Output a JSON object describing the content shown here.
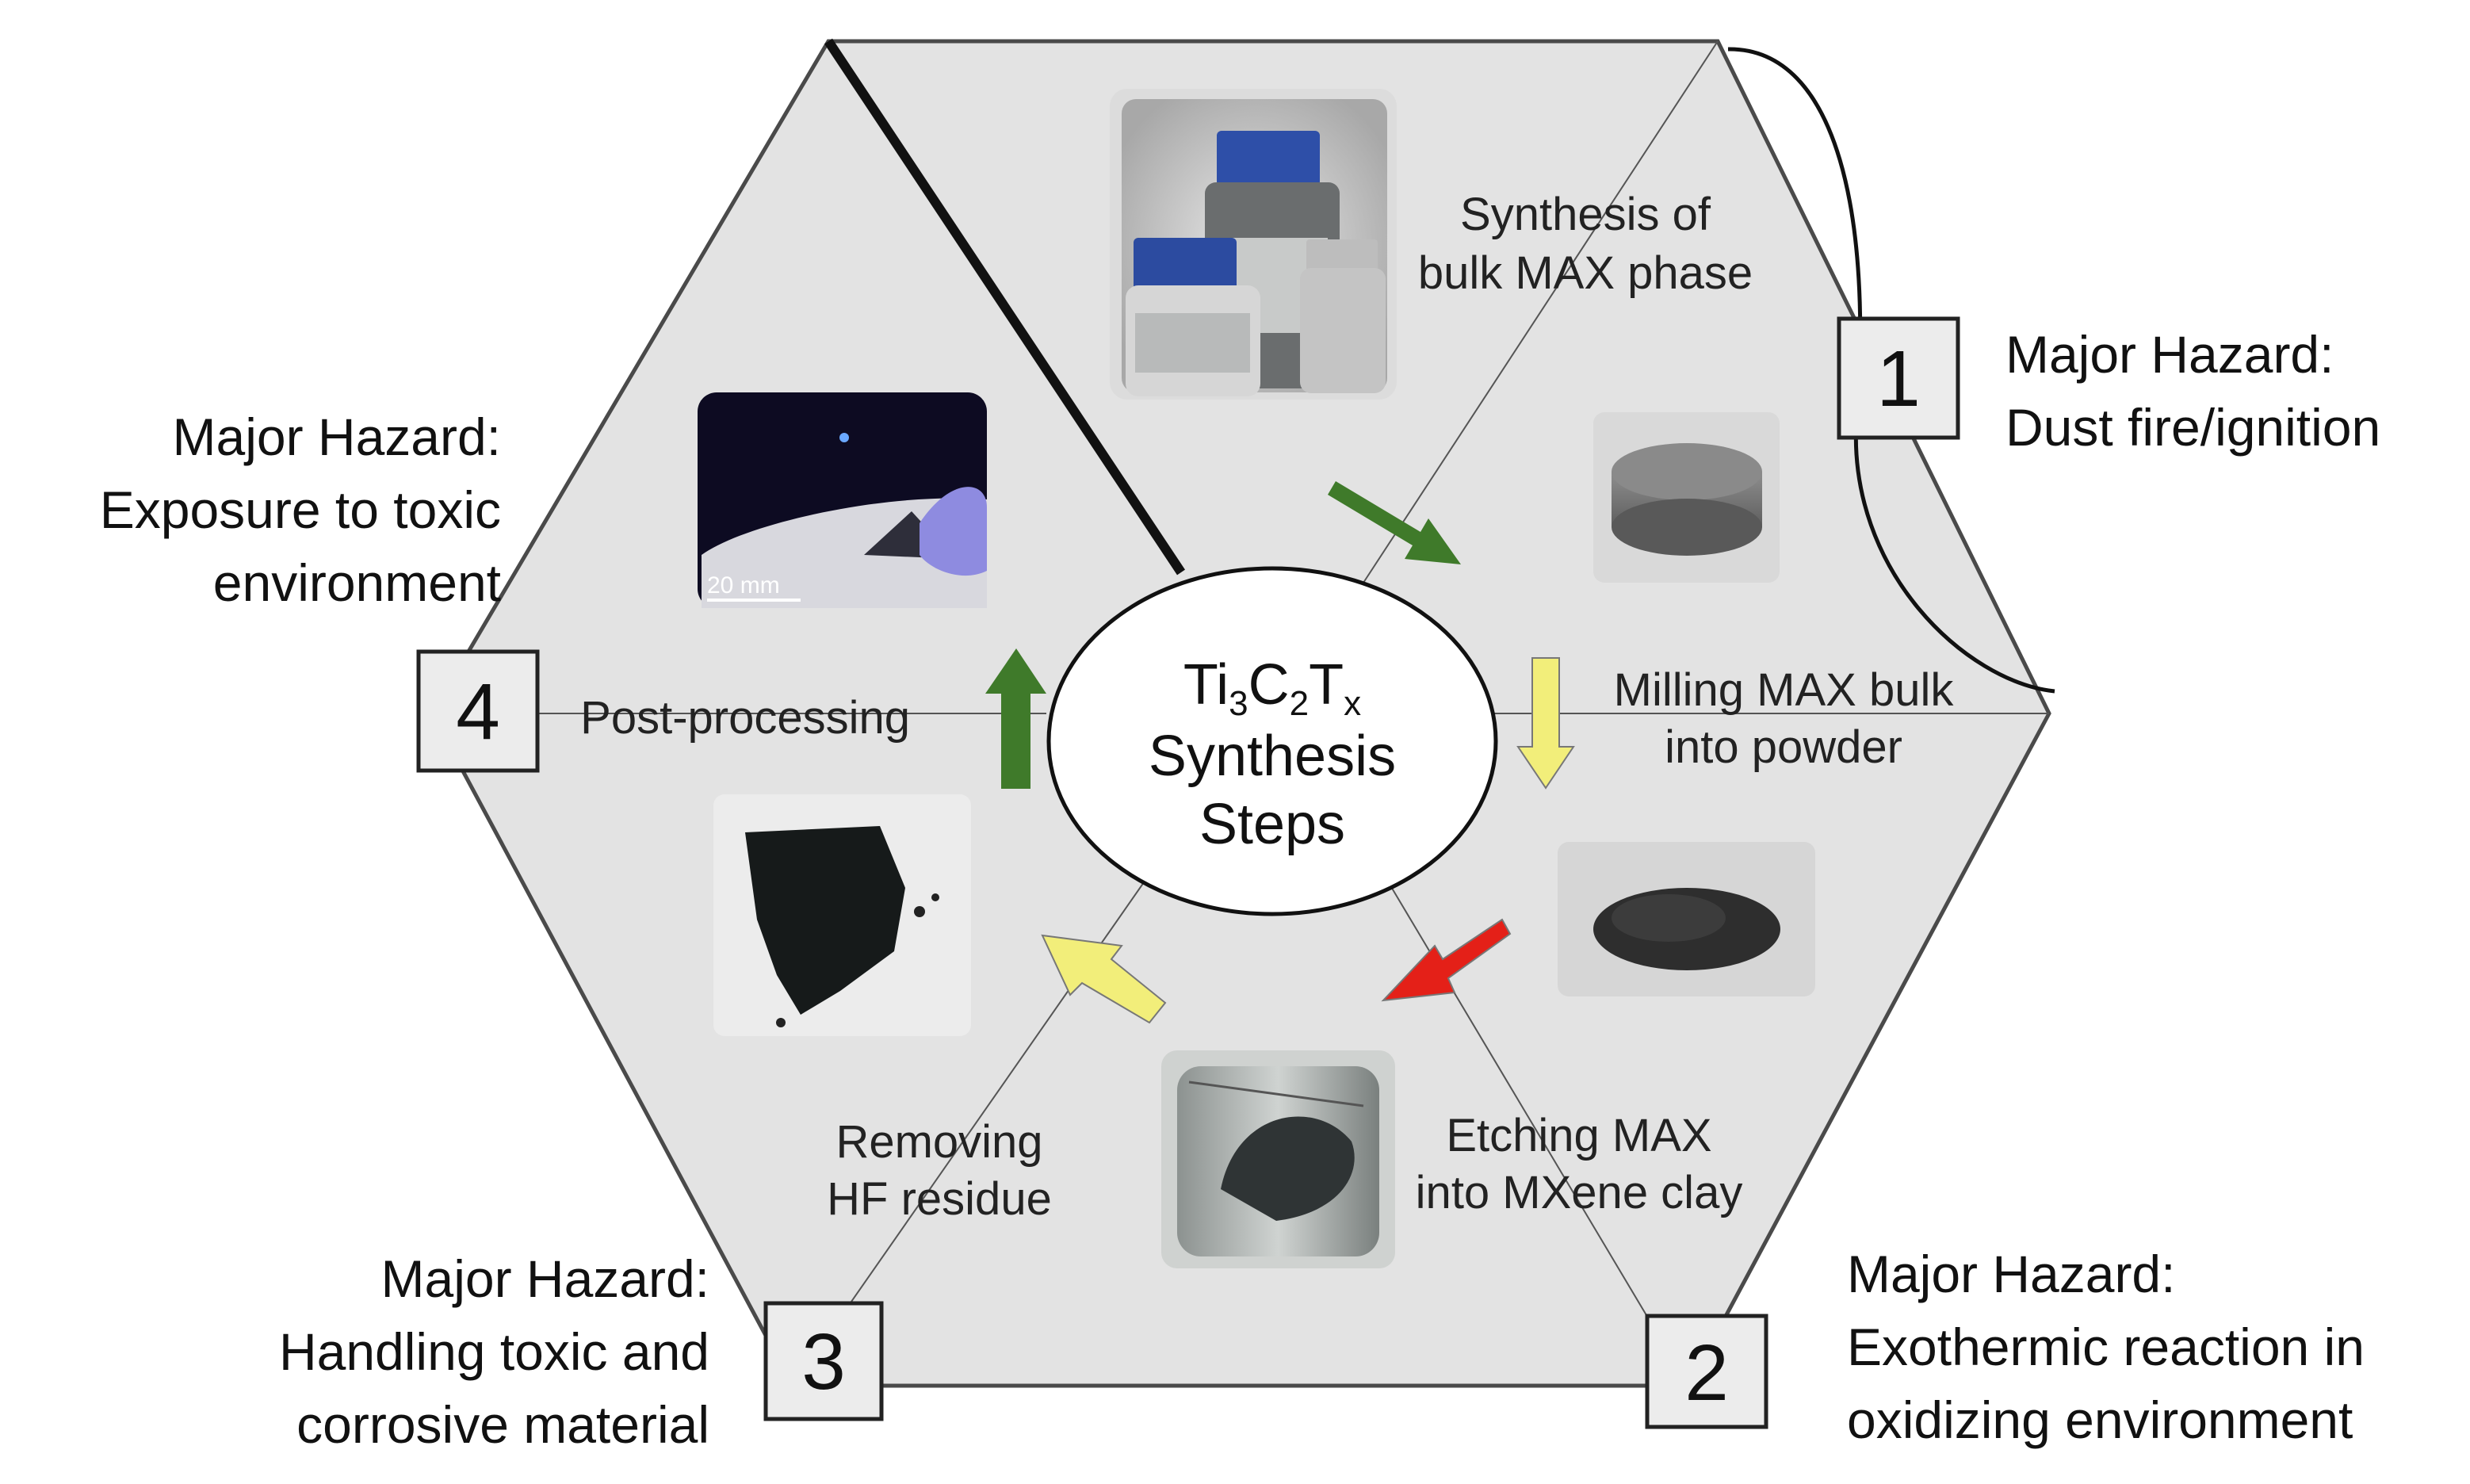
{
  "center": {
    "formula_base": "Ti",
    "formula_sub1": "3",
    "formula_c": "C",
    "formula_sub2": "2",
    "formula_t": "T",
    "formula_sub3": "x",
    "line2": "Synthesis",
    "line3": "Steps"
  },
  "steps": {
    "synthesis_line1": "Synthesis of",
    "synthesis_line2": "bulk MAX phase",
    "milling_line1": "Milling MAX bulk",
    "milling_line2": "into powder",
    "etching_line1": "Etching MAX",
    "etching_line2": "into MXene clay",
    "removing_line1": "Removing",
    "removing_line2": "HF residue",
    "post": "Post-processing"
  },
  "hazards": {
    "h1": {
      "number": "1",
      "line1": "Major Hazard:",
      "line2": "Dust fire/ignition"
    },
    "h2": {
      "number": "2",
      "line1": "Major Hazard:",
      "line2": "Exothermic reaction in",
      "line3": "oxidizing environment"
    },
    "h3": {
      "number": "3",
      "line1": "Major Hazard:",
      "line2": "Handling toxic and",
      "line3": "corrosive material"
    },
    "h4": {
      "number": "4",
      "line1": "Major Hazard:",
      "line2": "Exposure to toxic",
      "line3": "environment"
    }
  },
  "scale_bar": "20 mm",
  "arrow_colors": {
    "green": "#3f7a2a",
    "yellow": "#f2ee7a",
    "red": "#e42018"
  }
}
